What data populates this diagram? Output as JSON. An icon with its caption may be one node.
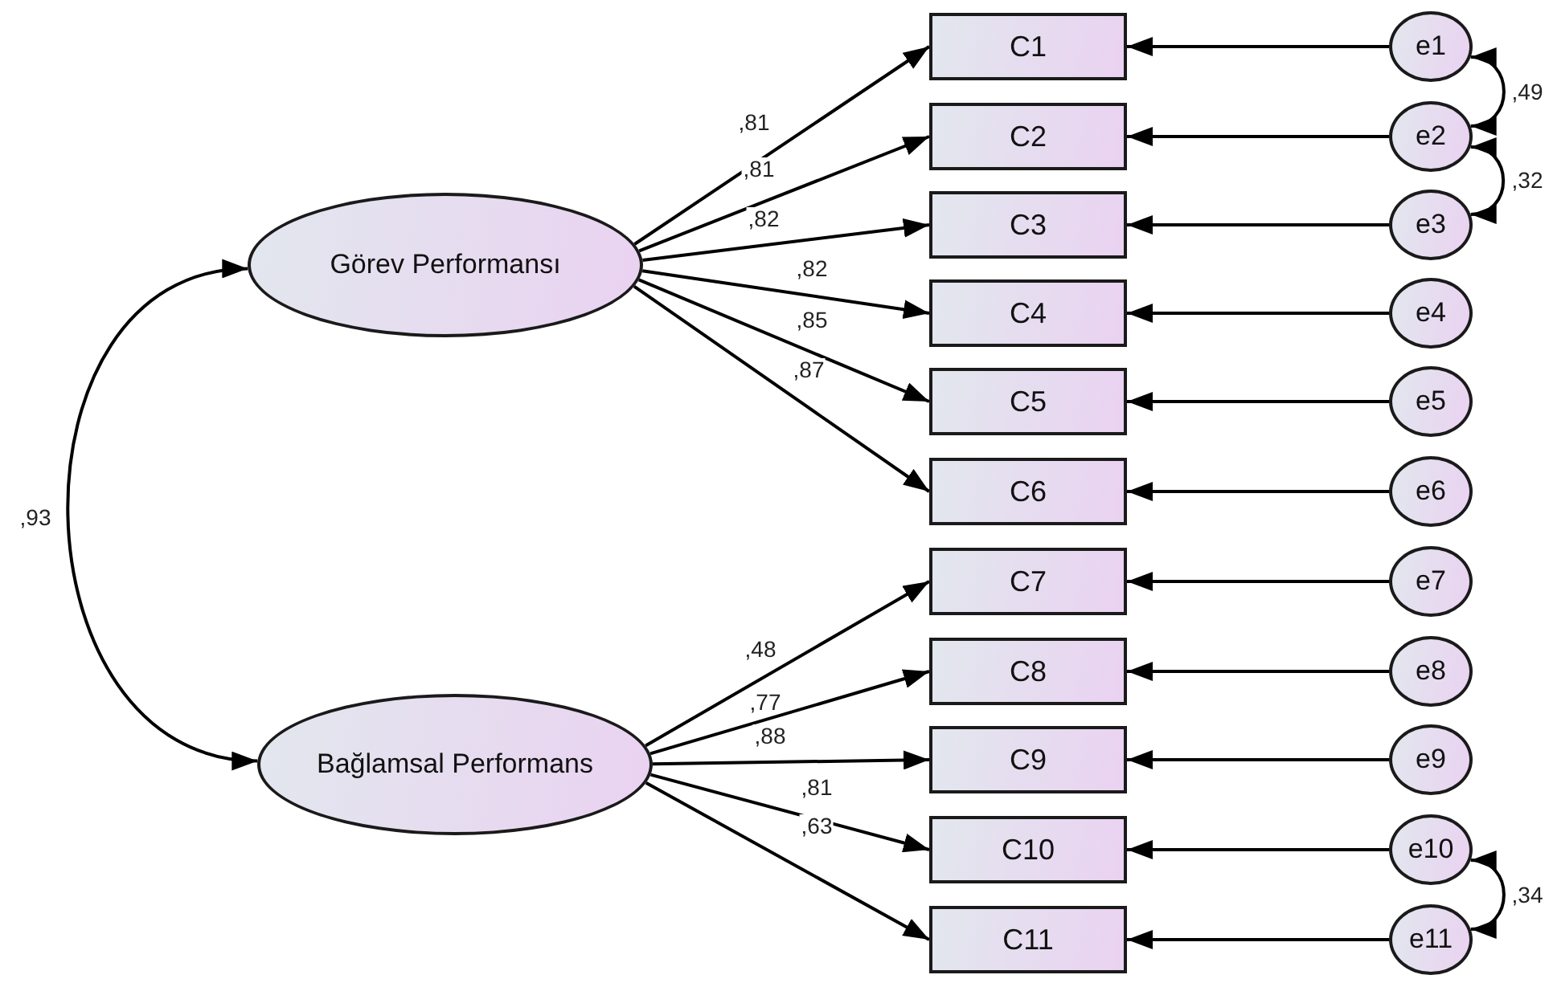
{
  "diagram": {
    "nodes": [
      {
        "text": [
          "Görev Performansı"
        ]
      },
      {
        "text": [
          "Bağlamsal Performans"
        ]
      },
      {
        "text": [
          "C1"
        ]
      },
      {
        "text": [
          "C2"
        ]
      },
      {
        "text": [
          "C3"
        ]
      },
      {
        "text": [
          "C4"
        ]
      },
      {
        "text": [
          "C5"
        ]
      },
      {
        "text": [
          "C6"
        ]
      },
      {
        "text": [
          "C7"
        ]
      },
      {
        "text": [
          "C8"
        ]
      },
      {
        "text": [
          "C9"
        ]
      },
      {
        "text": [
          "C10"
        ]
      },
      {
        "text": [
          "C11"
        ]
      },
      {
        "text": [
          "e1"
        ]
      },
      {
        "text": [
          "e2"
        ]
      },
      {
        "text": [
          "e3"
        ]
      },
      {
        "text": [
          "e4"
        ]
      },
      {
        "text": [
          "e5"
        ]
      },
      {
        "text": [
          "e6"
        ]
      },
      {
        "text": [
          "e7"
        ]
      },
      {
        "text": [
          "e8"
        ]
      },
      {
        "text": [
          "e9"
        ]
      },
      {
        "text": [
          "e10"
        ]
      },
      {
        "text": [
          "e11"
        ]
      }
    ],
    "edges": [
      {
        "from": 0,
        "to": 2,
        "arrow": "to",
        "label": ",81"
      },
      {
        "from": 0,
        "to": 3,
        "arrow": "to",
        "label": ",81"
      },
      {
        "from": 0,
        "to": 4,
        "arrow": "to",
        "label": ",82"
      },
      {
        "from": 0,
        "to": 5,
        "arrow": "to",
        "label": ",82"
      },
      {
        "from": 0,
        "to": 6,
        "arrow": "to",
        "label": ",85"
      },
      {
        "from": 0,
        "to": 7,
        "arrow": "to",
        "label": ",87"
      },
      {
        "from": 1,
        "to": 8,
        "arrow": "to",
        "label": ",48"
      },
      {
        "from": 1,
        "to": 9,
        "arrow": "to",
        "label": ",77"
      },
      {
        "from": 1,
        "to": 10,
        "arrow": "to",
        "label": ",88"
      },
      {
        "from": 1,
        "to": 11,
        "arrow": "to",
        "label": ",81"
      },
      {
        "from": 1,
        "to": 12,
        "arrow": "to",
        "label": ",63"
      },
      {
        "from": 13,
        "to": 2,
        "arrow": "to"
      },
      {
        "from": 14,
        "to": 3,
        "arrow": "to"
      },
      {
        "from": 15,
        "to": 4,
        "arrow": "to"
      },
      {
        "from": 16,
        "to": 5,
        "arrow": "to"
      },
      {
        "from": 17,
        "to": 6,
        "arrow": "to"
      },
      {
        "from": 18,
        "to": 7,
        "arrow": "to"
      },
      {
        "from": 19,
        "to": 8,
        "arrow": "to"
      },
      {
        "from": 20,
        "to": 9,
        "arrow": "to"
      },
      {
        "from": 21,
        "to": 10,
        "arrow": "to"
      },
      {
        "from": 22,
        "to": 11,
        "arrow": "to"
      },
      {
        "from": 23,
        "to": 12,
        "arrow": "to"
      },
      {
        "from": 0,
        "to": 1,
        "arrow": "both",
        "label": ",93"
      },
      {
        "from": 13,
        "to": 14,
        "arrow": "both",
        "label": ",49"
      },
      {
        "from": 14,
        "to": 15,
        "arrow": "both",
        "label": ",32"
      },
      {
        "from": 22,
        "to": 23,
        "arrow": "both",
        "label": ",34"
      }
    ]
  }
}
